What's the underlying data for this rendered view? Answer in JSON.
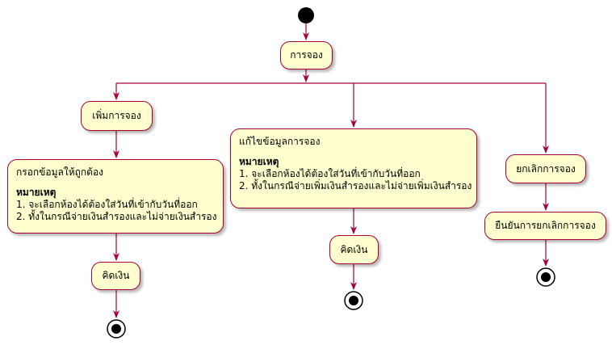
{
  "nodes": {
    "booking": "การจอง",
    "add": "เพิ่มการจอง",
    "fill": {
      "title": "กรอกข้อมูลให้ถูกต้อง",
      "note_header": "หมายเหตุ",
      "note1": "1. จะเลือกห้องได้ต้องใส่วันที่เข้ากับวันที่ออก",
      "note2": "2. ทั้งในกรณีจ่ายเงินสำรองและไม่จ่ายเงินสำรอง"
    },
    "pay_left": "คิดเงิน",
    "edit": {
      "title": "แก้ไขข้อมูลการจอง",
      "note_header": "หมายเหตุ",
      "note1": "1. จะเลือกห้องได้ต้องใส่วันที่เข้ากับวันที่ออก",
      "note2": "2. ทั้งในกรณีจ่ายเพิ่มเงินสำรองและไม่จ่ายเพิ่มเงินสำรอง"
    },
    "pay_mid": "คิดเงิน",
    "cancel": "ยกเลิกการจอง",
    "confirm_cancel": "ยืนยันการยกเลิกการจอง"
  },
  "colors": {
    "arrow": "#A80036",
    "node_fill": "#FEFECE",
    "node_border": "#A80036",
    "start": "#000000"
  }
}
